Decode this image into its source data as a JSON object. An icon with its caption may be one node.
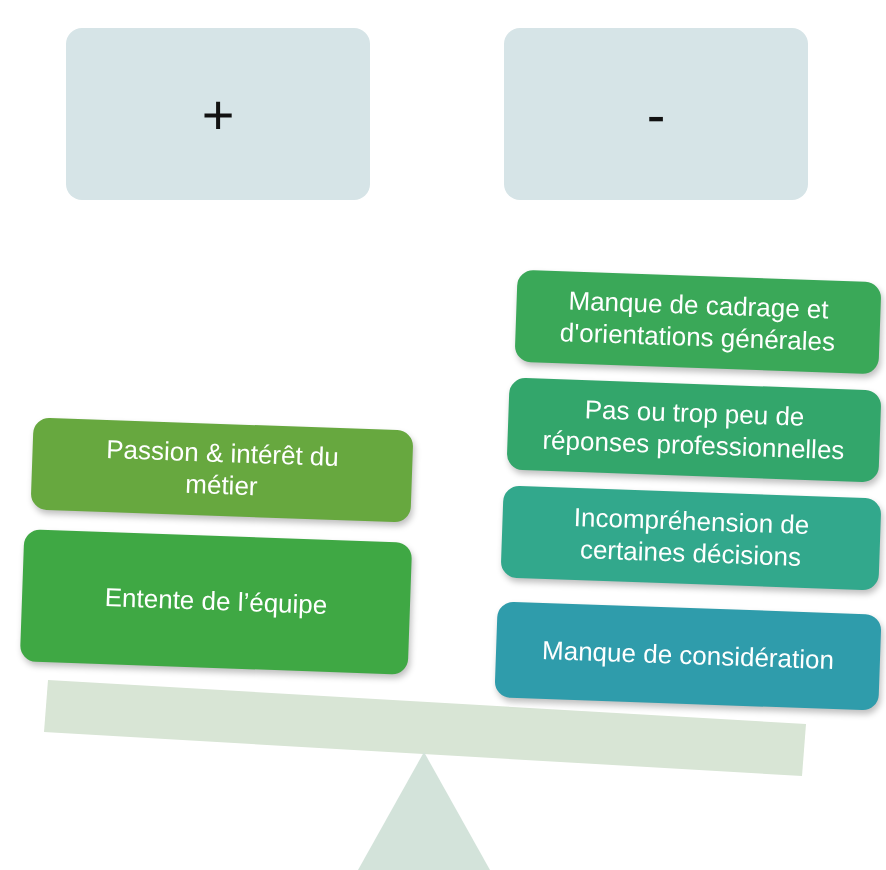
{
  "diagram": {
    "nodes": [
      {
        "text": [
          "+"
        ]
      },
      {
        "text": [
          "-"
        ]
      },
      {
        "text": [
          "Passion & intérêt du métier"
        ]
      },
      {
        "text": [
          "Entente de l’équipe"
        ]
      },
      {
        "text": [
          "Manque de cadrage et d'orientations générales"
        ]
      },
      {
        "text": [
          "Pas ou trop peu de réponses professionnelles"
        ]
      },
      {
        "text": [
          "Incompréhension de certaines décisions"
        ]
      },
      {
        "text": [
          "Manque de considération"
        ]
      }
    ]
  }
}
